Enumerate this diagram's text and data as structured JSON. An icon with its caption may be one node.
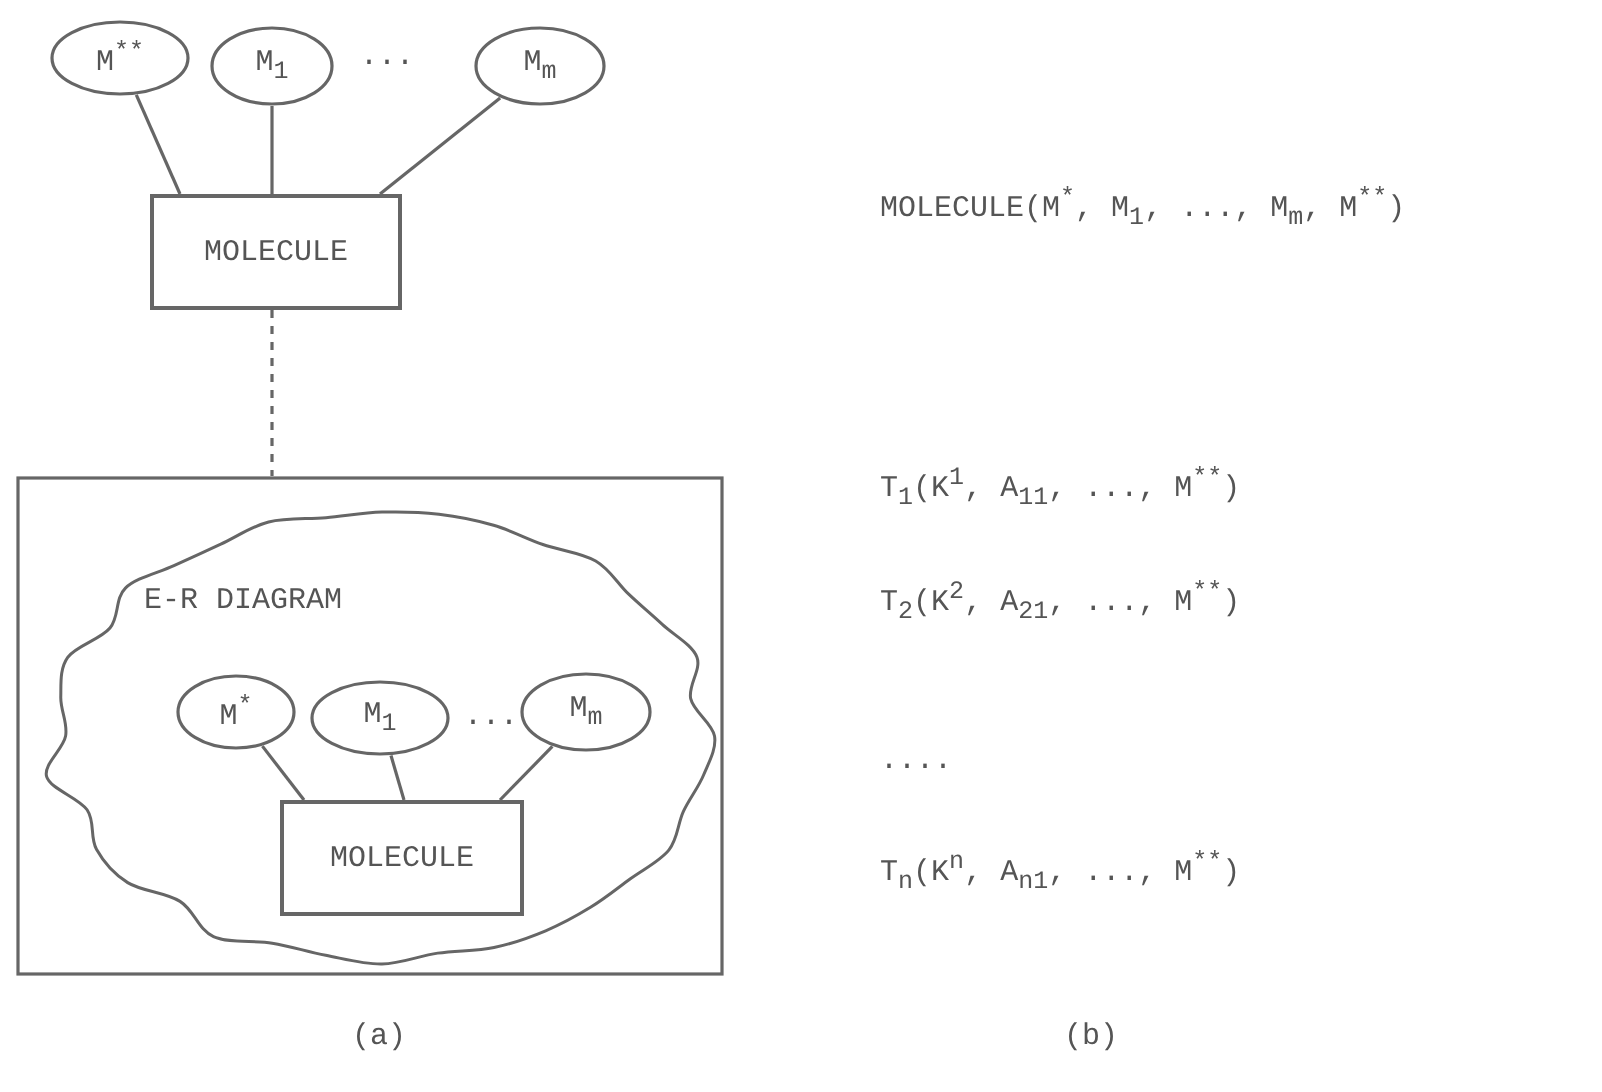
{
  "diagram": {
    "nodes": [
      {
        "text": [
          "M$^{**}$"
        ]
      },
      {
        "text": [
          "M$_{1}$"
        ]
      },
      {
        "text": [
          "M$_{m}$"
        ]
      },
      {
        "text": [
          "MOLECULE"
        ]
      },
      {
        "text": [],
        "shape": "box"
      },
      {
        "text": [
          "E-R DIAGRAM"
        ],
        "in": 4
      },
      {
        "text": [
          "M$^{*}$"
        ],
        "in": 5
      },
      {
        "text": [
          "M$_{1}$"
        ],
        "in": 5
      },
      {
        "text": [
          "M$_{m}$"
        ],
        "in": 5
      },
      {
        "text": [
          "MOLECULE"
        ],
        "in": 5
      }
    ],
    "edges": [
      {
        "from": 0,
        "to": 3,
        "arrow": "none"
      },
      {
        "from": 1,
        "to": 3,
        "arrow": "none"
      },
      {
        "from": 2,
        "to": 3,
        "arrow": "none"
      },
      {
        "from": 3,
        "to": 4,
        "arrow": "none",
        "style": "dashed"
      },
      {
        "from": 6,
        "to": 9,
        "arrow": "none"
      },
      {
        "from": 7,
        "to": 9,
        "arrow": "none"
      },
      {
        "from": 8,
        "to": 9,
        "arrow": "none"
      }
    ],
    "labels": [
      "...",
      "MOLECULE(M$^{*}$, M$_{1}$, ..., M$_{m}$, M$^{**}$)",
      "T$_{1}$(K$^{1}$, A$_{11}$, ..., M$^{**}$)",
      "T$_{2}$(K$^{2}$, A$_{21}$, ..., M$^{**}$)",
      "...",
      "....",
      "T$_{n}$(K$^{n}$, A$_{n1}$, ..., M$^{**}$)",
      "(a)",
      "(b)"
    ]
  }
}
